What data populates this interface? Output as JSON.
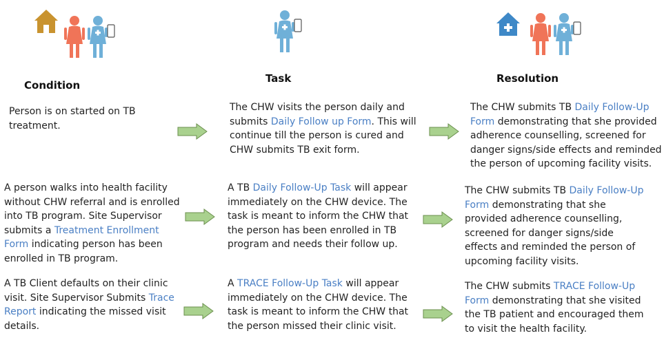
{
  "headings": {
    "condition": "Condition",
    "task": "Task",
    "resolution": "Resolution"
  },
  "colors": {
    "house": "#c9932f",
    "clinic": "#3e88c7",
    "person": "#f07458",
    "chw": "#6fb0d8",
    "link": "#4a7fc4",
    "arrow_fill": "#a9d18e",
    "arrow_stroke": "#6b8f4e"
  },
  "icons": {
    "condition": [
      "house-icon",
      "person-icon",
      "chw-icon"
    ],
    "task": [
      "chw-icon"
    ],
    "resolution": [
      "clinic-icon",
      "person-icon",
      "chw-icon"
    ]
  },
  "rows": [
    {
      "condition": {
        "t1": "Person is on started on TB treatment."
      },
      "task": {
        "t1": "The  CHW visits the person daily and submits ",
        "link": "Daily Follow up Form",
        "t2": ". This will continue till the person is cured and CHW submits TB exit form."
      },
      "resolution": {
        "t1": "The CHW submits TB  ",
        "link": "Daily Follow-Up Form",
        "t2": " demonstrating that she provided adherence counselling, screened for danger signs/side effects and reminded the person of  upcoming facility visits."
      }
    },
    {
      "condition": {
        "t1": "A person walks into health facility without CHW referral and is enrolled into TB program. Site Supervisor submits a ",
        "link": "Treatment Enrollment Form",
        "t2": " indicating person has been enrolled in TB program."
      },
      "task": {
        "t1": "A TB ",
        "link": "Daily Follow-Up Task",
        "t2": " will appear immediately on the CHW device. The task is meant to inform the CHW that the person has been enrolled in TB program and needs their follow up."
      },
      "resolution": {
        "t1": "The CHW submits TB  ",
        "link": "Daily Follow-Up Form",
        "t2": " demonstrating that she provided adherence counselling, screened for danger signs/side effects and reminded the person of upcoming facility visits."
      }
    },
    {
      "condition": {
        "t1": "A TB Client defaults on their clinic visit. Site Supervisor Submits ",
        "link": "Trace Report",
        "t2": " indicating the  missed visit details."
      },
      "task": {
        "t1": "A ",
        "link": "TRACE Follow-Up Task",
        "t2": " will appear immediately on the CHW device. The task is meant to inform the CHW that the person missed their clinic visit."
      },
      "resolution": {
        "t1": "The CHW submits ",
        "link": "TRACE Follow-Up Form",
        "t2": " demonstrating that she visited the TB patient and encouraged them to visit the health facility."
      }
    }
  ]
}
